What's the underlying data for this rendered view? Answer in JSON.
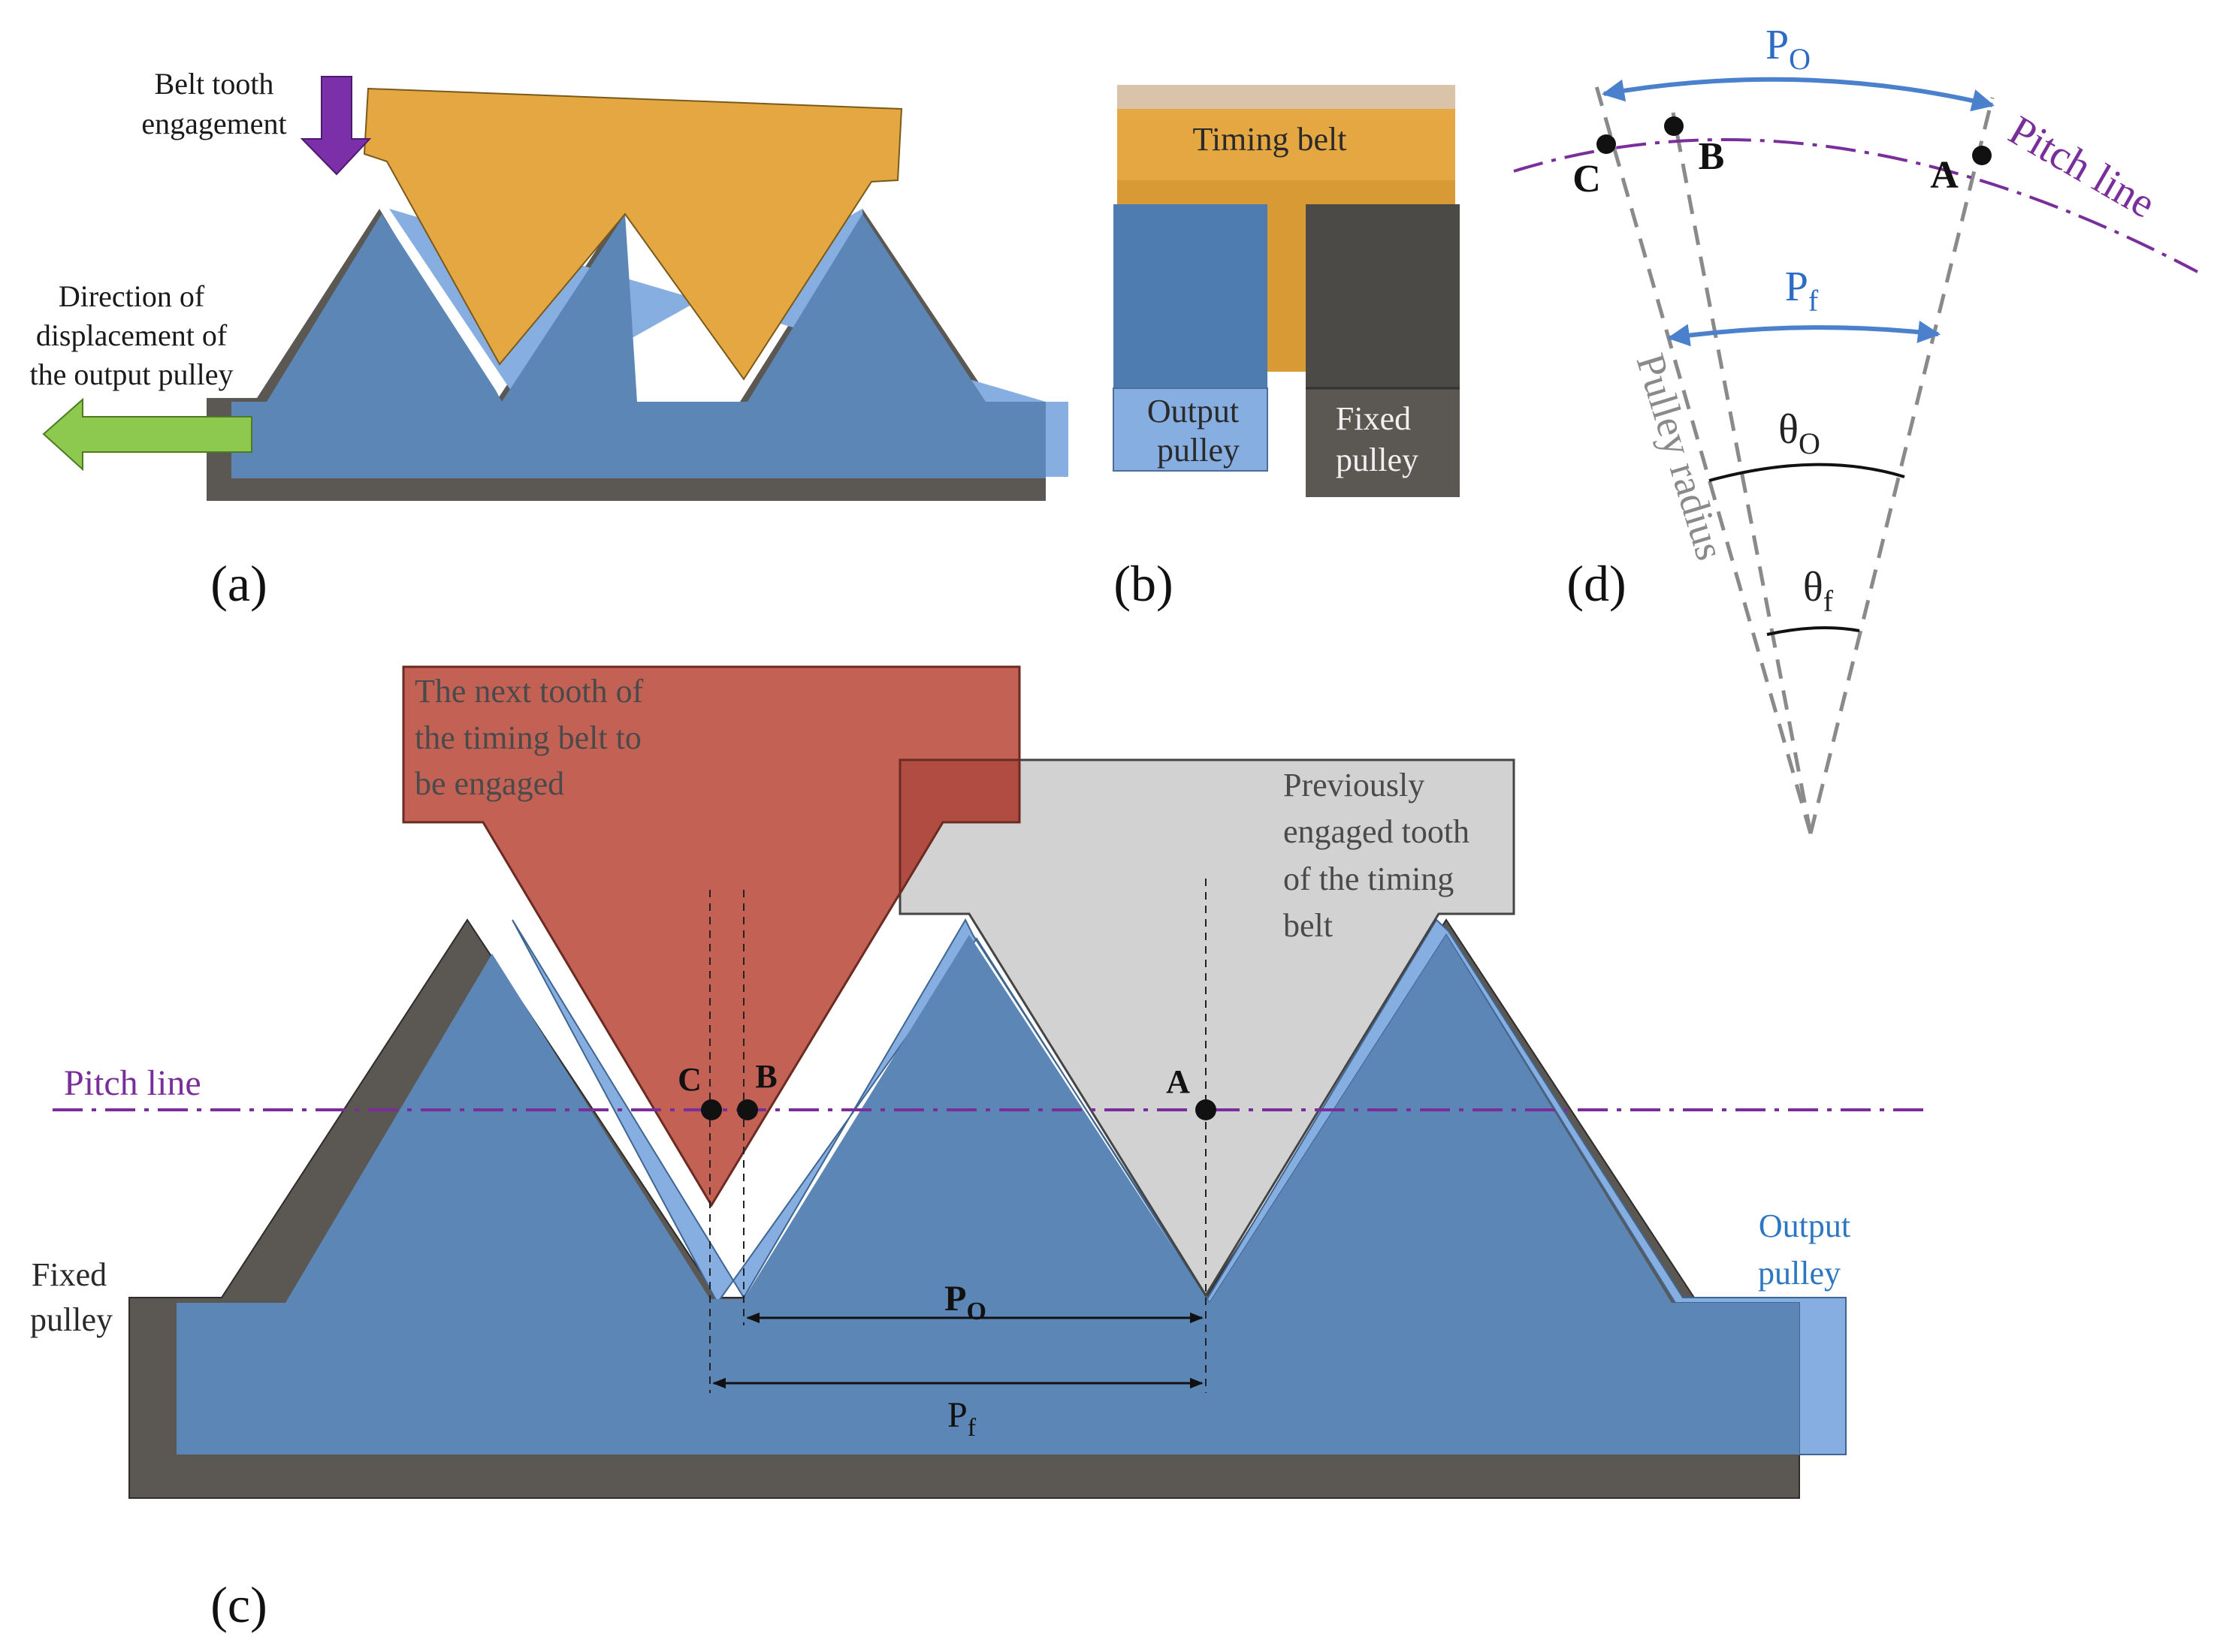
{
  "panels": {
    "a": "(a)",
    "b": "(b)",
    "c": "(c)",
    "d": "(d)"
  },
  "panel_a": {
    "engagement_label_1": "Belt tooth",
    "engagement_label_2": "engagement",
    "direction_label_1": "Direction of",
    "direction_label_2": "displacement of",
    "direction_label_3": "the output pulley"
  },
  "panel_b": {
    "timing_belt": "Timing belt",
    "output_pulley_1": "Output",
    "output_pulley_2": "pulley",
    "fixed_pulley_1": "Fixed",
    "fixed_pulley_2": "pulley"
  },
  "panel_c": {
    "next_tooth_1": "The next tooth of",
    "next_tooth_2": "the timing belt to",
    "next_tooth_3": "be engaged",
    "prev_tooth_1": "Previously",
    "prev_tooth_2": "engaged  tooth",
    "prev_tooth_3": "of the timing",
    "prev_tooth_4": "belt",
    "pitch_line": "Pitch  line",
    "point_c": "C",
    "point_b": "B",
    "point_a": "A",
    "po": "P",
    "po_sub": "O",
    "pf": "P",
    "pf_sub": "f",
    "fixed_pulley_1": "Fixed",
    "fixed_pulley_2": "pulley",
    "output_pulley_1": "Output",
    "output_pulley_2": "pulley"
  },
  "panel_d": {
    "po": "P",
    "po_sub": "O",
    "pf": "P",
    "pf_sub": "f",
    "theta_o": "θ",
    "theta_o_sub": "O",
    "theta_f": "θ",
    "theta_f_sub": "f",
    "pitch_line": "Pitch line",
    "pulley_radius": "Pulley radius",
    "point_c": "C",
    "point_b": "B",
    "point_a": "A"
  },
  "colors": {
    "pulley_blue": "#5b86b5",
    "pulley_blue_light": "#86aee0",
    "fixed_gray": "#5b5853",
    "belt_orange": "#e4a741",
    "next_tooth_red": "#c1584c",
    "prev_tooth_gray": "#d2d2d2",
    "pitch_purple": "#7a2e9a",
    "arrow_blue": "#4a80cc",
    "arrow_purple": "#7b2fa8",
    "arrow_green": "#8cc94e"
  }
}
